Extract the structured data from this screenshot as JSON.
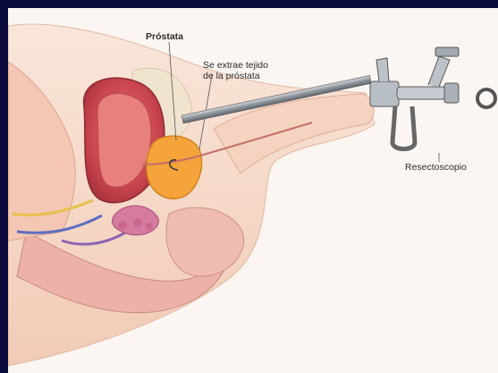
{
  "labels": {
    "prostate": "Próstata",
    "tissue_line1": "Se extrae tejido",
    "tissue_line2": "de la próstata",
    "resectoscope": "Resectoscopio"
  },
  "colors": {
    "border": "#0a0a3a",
    "background": "#fbf6f2",
    "skin": "#f6d9c9",
    "bladder": "#d9606a",
    "prostate": "#f4a43a",
    "instrument": "#9aa0a8"
  }
}
